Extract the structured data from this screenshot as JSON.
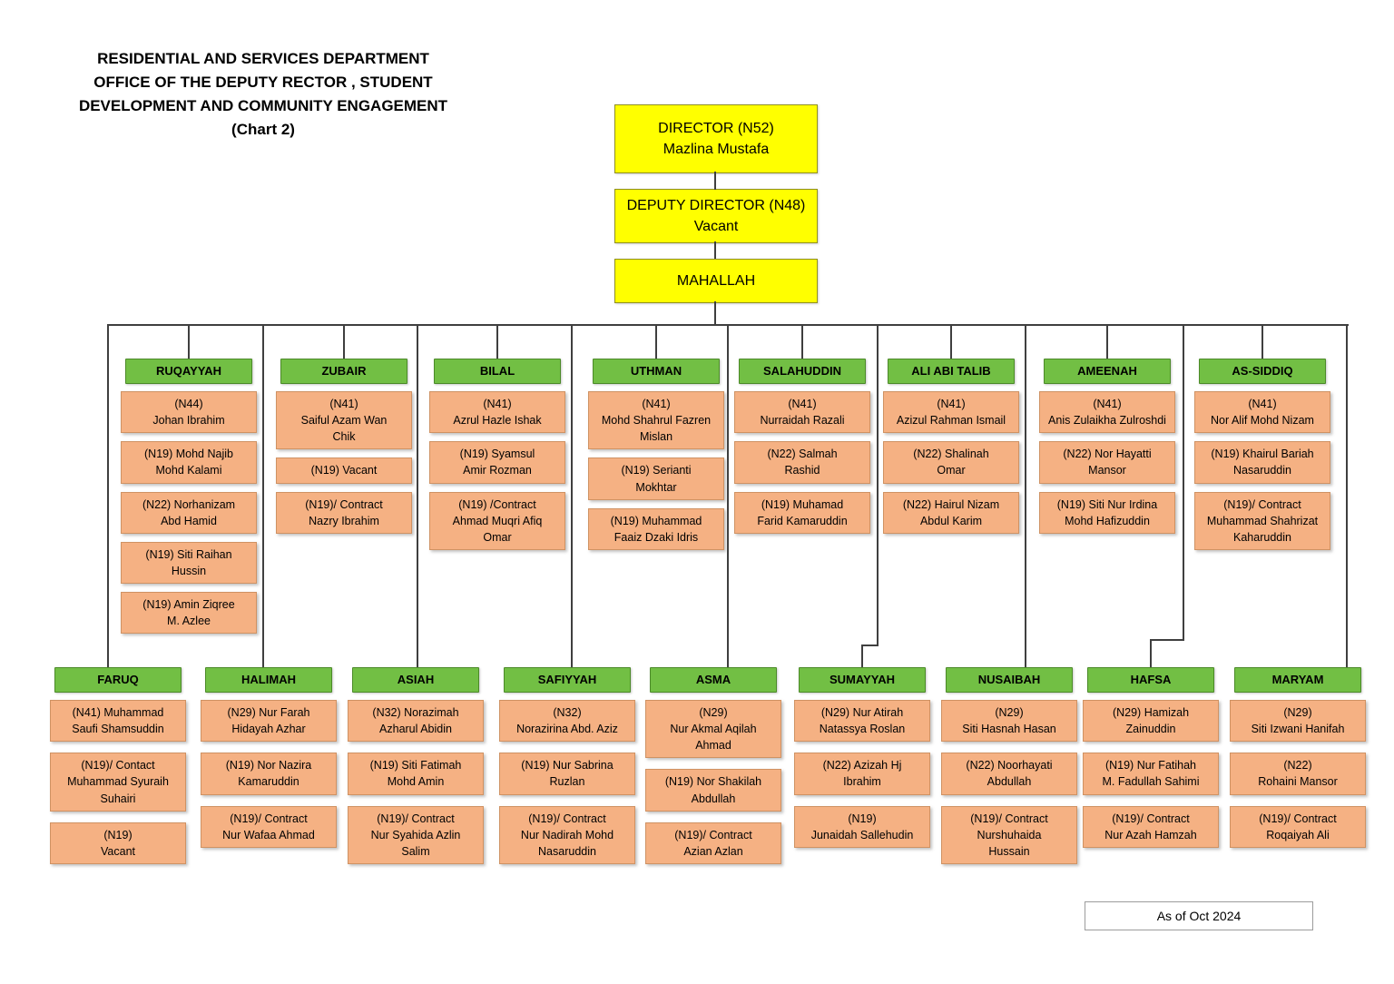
{
  "title": {
    "lines": [
      "RESIDENTIAL AND SERVICES DEPARTMENT",
      "OFFICE OF THE DEPUTY RECTOR , STUDENT",
      "DEVELOPMENT AND COMMUNITY ENGAGEMENT",
      "(Chart 2)"
    ]
  },
  "hierarchy": {
    "director": {
      "title": "DIRECTOR (N52)",
      "name": "Mazlina Mustafa"
    },
    "deputy_director": {
      "title": "DEPUTY DIRECTOR (N48)",
      "name": "Vacant"
    },
    "unit": "MAHALLAH"
  },
  "mahallah_top": [
    {
      "name": "RUQAYYAH",
      "staff": [
        "(N44)\nJohan Ibrahim",
        "(N19) Mohd Najib\nMohd Kalami",
        "(N22) Norhanizam\nAbd Hamid",
        "(N19) Siti Raihan\nHussin",
        "(N19) Amin Ziqree\nM. Azlee"
      ]
    },
    {
      "name": "ZUBAIR",
      "staff": [
        "(N41)\nSaiful Azam Wan\nChik",
        "(N19) Vacant",
        "(N19)/ Contract\nNazry Ibrahim"
      ]
    },
    {
      "name": "BILAL",
      "staff": [
        "(N41)\nAzrul Hazle Ishak",
        "(N19) Syamsul\nAmir Rozman",
        "(N19) /Contract\nAhmad Muqri Afiq\nOmar"
      ]
    },
    {
      "name": "UTHMAN",
      "staff": [
        "(N41)\nMohd Shahrul Fazren\nMislan",
        "(N19) Serianti\nMokhtar",
        "(N19) Muhammad\nFaaiz Dzaki Idris"
      ]
    },
    {
      "name": "SALAHUDDIN",
      "staff": [
        "(N41)\nNurraidah Razali",
        "(N22) Salmah\nRashid",
        "(N19) Muhamad\nFarid Kamaruddin"
      ]
    },
    {
      "name": "ALI ABI TALIB",
      "staff": [
        "(N41)\nAzizul Rahman Ismail",
        "(N22) Shalinah\nOmar",
        "(N22) Hairul Nizam\nAbdul Karim"
      ]
    },
    {
      "name": "AMEENAH",
      "staff": [
        "(N41)\nAnis Zulaikha Zulroshdi",
        "(N22) Nor Hayatti\nMansor",
        "(N19) Siti Nur Irdina\nMohd Hafizuddin"
      ]
    },
    {
      "name": "AS-SIDDIQ",
      "staff": [
        "(N41)\nNor Alif Mohd Nizam",
        "(N19) Khairul Bariah\nNasaruddin",
        "(N19)/ Contract\nMuhammad Shahrizat\nKaharuddin"
      ]
    }
  ],
  "mahallah_bottom": [
    {
      "name": "FARUQ",
      "staff": [
        "(N41) Muhammad\nSaufi Shamsuddin",
        "(N19)/ Contact\nMuhammad Syuraih\nSuhairi",
        "(N19)\nVacant"
      ]
    },
    {
      "name": "HALIMAH",
      "staff": [
        "(N29) Nur Farah\nHidayah Azhar",
        "(N19) Nor Nazira\nKamaruddin",
        "(N19)/ Contract\nNur Wafaa Ahmad"
      ]
    },
    {
      "name": "ASIAH",
      "staff": [
        "(N32) Norazimah\nAzharul Abidin",
        "(N19) Siti Fatimah\nMohd Amin",
        "(N19)/ Contract\nNur Syahida Azlin\nSalim"
      ]
    },
    {
      "name": "SAFIYYAH",
      "staff": [
        "(N32)\nNorazirina Abd. Aziz",
        "(N19) Nur Sabrina\nRuzlan",
        "(N19)/ Contract\nNur Nadirah Mohd\nNasaruddin"
      ]
    },
    {
      "name": "ASMA",
      "staff": [
        "(N29)\nNur Akmal Aqilah\nAhmad",
        "(N19) Nor Shakilah\nAbdullah",
        "(N19)/ Contract\nAzian Azlan"
      ]
    },
    {
      "name": "SUMAYYAH",
      "staff": [
        "(N29) Nur Atirah\nNatassya Roslan",
        "(N22) Azizah Hj\nIbrahim",
        "(N19)\nJunaidah Sallehudin"
      ]
    },
    {
      "name": "NUSAIBAH",
      "staff": [
        "(N29)\nSiti Hasnah Hasan",
        "(N22) Noorhayati\nAbdullah",
        "(N19)/ Contract\nNurshuhaida\nHussain"
      ]
    },
    {
      "name": "HAFSA",
      "staff": [
        "(N29) Hamizah\nZainuddin",
        "(N19) Nur Fatihah\nM. Fadullah Sahimi",
        "(N19)/ Contract\nNur Azah Hamzah"
      ]
    },
    {
      "name": "MARYAM",
      "staff": [
        "(N29)\nSiti Izwani Hanifah",
        "(N22)\nRohaini Mansor",
        "(N19)/ Contract\nRoqaiyah Ali"
      ]
    }
  ],
  "footer": {
    "as_of": "As of Oct 2024"
  },
  "colors": {
    "mahallah_header_green": "#72bf44",
    "staff_box_orange": "#f5b183",
    "top_node_yellow": "#ffff00",
    "connector": "#3f3f3f"
  }
}
